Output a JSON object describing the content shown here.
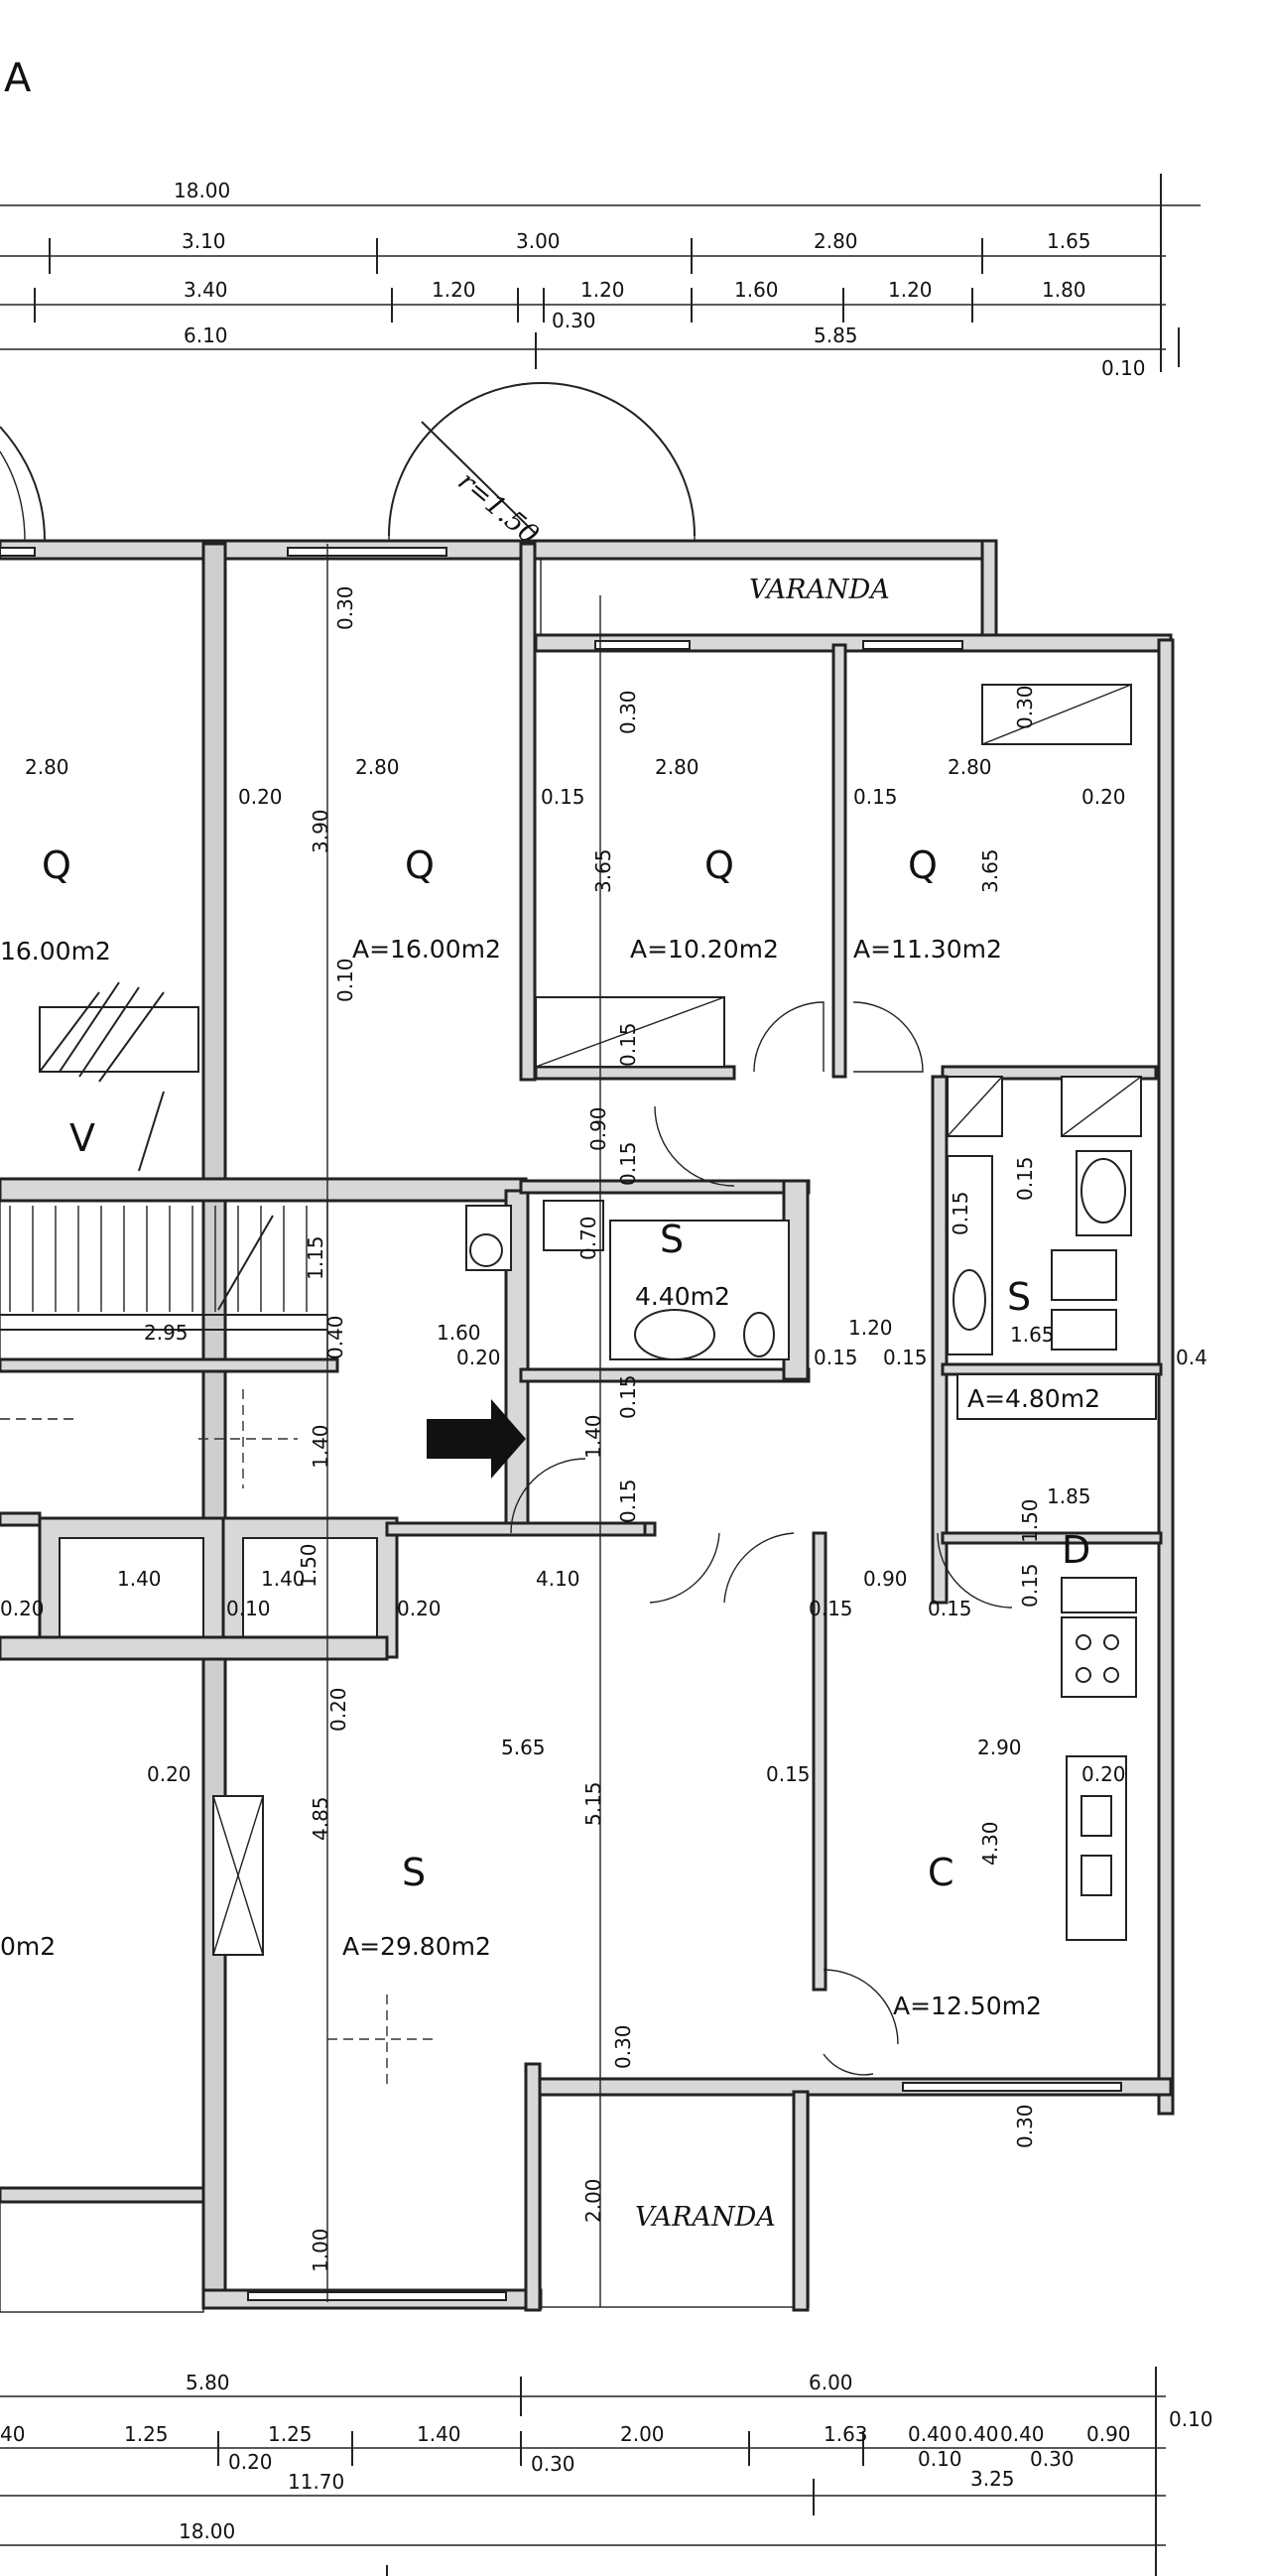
{
  "title": "A",
  "top_dims": {
    "row1": [
      "18.00"
    ],
    "row2": [
      "3.10",
      "3.00",
      "2.80",
      "1.65"
    ],
    "row3": [
      "3.40",
      "1.20",
      "1.20",
      "1.60",
      "1.20",
      "1.80",
      "0.30"
    ],
    "row4": [
      "6.10",
      "5.85",
      "0.10"
    ]
  },
  "bottom_dims": {
    "row1": [
      "5.80",
      "6.00",
      "0.10"
    ],
    "row2": [
      "40",
      "1.25",
      "1.25",
      "1.40",
      "2.00",
      "1.63",
      "0.40",
      "0.40",
      "0.40",
      "0.90",
      "0.20",
      "0.30",
      "0.10",
      "0.30"
    ],
    "row3": [
      "11.70",
      "3.25"
    ],
    "row4": [
      "18.00"
    ]
  },
  "rooms": [
    {
      "label": "Q",
      "area": "16.00m2"
    },
    {
      "label": "Q",
      "area": "A=16.00m2"
    },
    {
      "label": "Q",
      "area": "A=10.20m2"
    },
    {
      "label": "Q",
      "area": "A=11.30m2"
    },
    {
      "label": "V",
      "area": ""
    },
    {
      "label": "S",
      "area": "4.40m2"
    },
    {
      "label": "S",
      "area": "A=4.80m2"
    },
    {
      "label": "D",
      "area": ""
    },
    {
      "label": "S",
      "area": "A=29.80m2"
    },
    {
      "label": "C",
      "area": "A=12.50m2"
    },
    {
      "label": "",
      "area": "0m2"
    }
  ],
  "balconies": [
    "VARANDA",
    "VARANDA"
  ],
  "radius_note": "r=1.50",
  "interior_dims": [
    "2.80",
    "0.20",
    "2.80",
    "0.15",
    "2.80",
    "0.15",
    "2.80",
    "0.20",
    "3.90",
    "3.65",
    "3.65",
    "0.30",
    "0.30",
    "0.30",
    "0.10",
    "0.15",
    "0.90",
    "0.15",
    "0.15",
    "0.15",
    "1.15",
    "0.70",
    "0.40",
    "2.95",
    "1.60",
    "0.20",
    "1.20",
    "0.15",
    "0.15",
    "1.65",
    "0.4",
    "1.40",
    "1.40",
    "0.15",
    "0.15",
    "1.85",
    "1.50",
    "0.15",
    "1.40",
    "1.40",
    "1.50",
    "0.10",
    "0.20",
    "0.20",
    "4.10",
    "0.15",
    "0.90",
    "0.15",
    "0.20",
    "0.20",
    "5.65",
    "0.15",
    "2.90",
    "0.20",
    "4.85",
    "5.15",
    "4.30",
    "0.30",
    "2.00",
    "1.00",
    "0.30"
  ],
  "colors": {
    "line": "#222222",
    "wall_fill": "#d8d8d8",
    "paper": "#ffffff"
  }
}
